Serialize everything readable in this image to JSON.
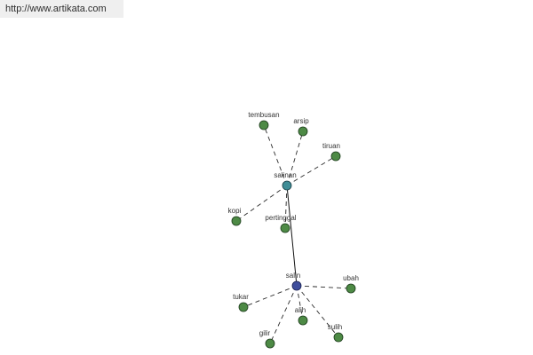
{
  "watermark": {
    "url": "http://www.artikata.com"
  },
  "diagram": {
    "colors": {
      "root_node": "#3f4e9c",
      "hub_node": "#3f8d96",
      "leaf_node": "#4d8a45"
    },
    "nodes": [
      {
        "id": "salin",
        "label": "salin",
        "kind": "root"
      },
      {
        "id": "salinan",
        "label": "salinan",
        "kind": "hub"
      },
      {
        "id": "tembusan",
        "label": "tembusan",
        "kind": "leaf"
      },
      {
        "id": "arsip",
        "label": "arsip",
        "kind": "leaf"
      },
      {
        "id": "tiruan",
        "label": "tiruan",
        "kind": "leaf"
      },
      {
        "id": "kopi",
        "label": "kopi",
        "kind": "leaf"
      },
      {
        "id": "pertinggal",
        "label": "pertinggal",
        "kind": "leaf"
      },
      {
        "id": "ubah",
        "label": "ubah",
        "kind": "leaf"
      },
      {
        "id": "tukar",
        "label": "tukar",
        "kind": "leaf"
      },
      {
        "id": "alih",
        "label": "alih",
        "kind": "leaf"
      },
      {
        "id": "gilir",
        "label": "gilir",
        "kind": "leaf"
      },
      {
        "id": "sulih",
        "label": "sulih",
        "kind": "leaf"
      }
    ],
    "edges": [
      {
        "from": "salin",
        "to": "salinan",
        "style": "solid"
      },
      {
        "from": "salinan",
        "to": "tembusan",
        "style": "dashed"
      },
      {
        "from": "salinan",
        "to": "arsip",
        "style": "dashed"
      },
      {
        "from": "salinan",
        "to": "tiruan",
        "style": "dashed"
      },
      {
        "from": "salinan",
        "to": "kopi",
        "style": "dashed"
      },
      {
        "from": "salinan",
        "to": "pertinggal",
        "style": "dashed"
      },
      {
        "from": "salin",
        "to": "ubah",
        "style": "dashed"
      },
      {
        "from": "salin",
        "to": "tukar",
        "style": "dashed"
      },
      {
        "from": "salin",
        "to": "alih",
        "style": "dashed"
      },
      {
        "from": "salin",
        "to": "gilir",
        "style": "dashed"
      },
      {
        "from": "salin",
        "to": "sulih",
        "style": "dashed"
      }
    ]
  }
}
